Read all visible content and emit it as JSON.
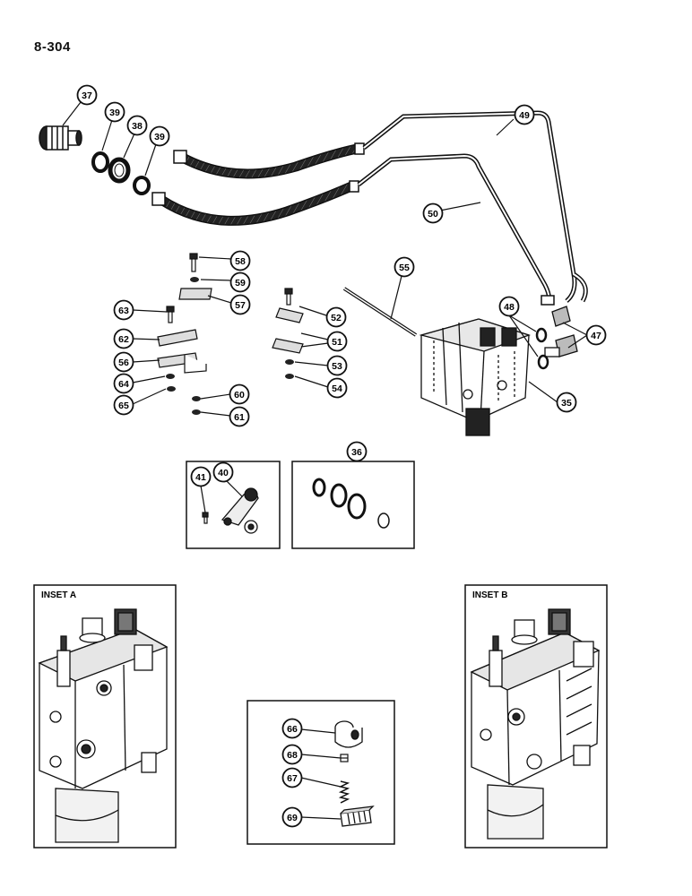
{
  "page_number": "8-304",
  "callouts": [
    {
      "id": "c37",
      "label": "37"
    },
    {
      "id": "c39a",
      "label": "39"
    },
    {
      "id": "c38",
      "label": "38"
    },
    {
      "id": "c39b",
      "label": "39"
    },
    {
      "id": "c49",
      "label": "49"
    },
    {
      "id": "c50",
      "label": "50"
    },
    {
      "id": "c58",
      "label": "58"
    },
    {
      "id": "c59",
      "label": "59"
    },
    {
      "id": "c57",
      "label": "57"
    },
    {
      "id": "c63",
      "label": "63"
    },
    {
      "id": "c62",
      "label": "62"
    },
    {
      "id": "c56",
      "label": "56"
    },
    {
      "id": "c64",
      "label": "64"
    },
    {
      "id": "c65",
      "label": "65"
    },
    {
      "id": "c60",
      "label": "60"
    },
    {
      "id": "c61",
      "label": "61"
    },
    {
      "id": "c55",
      "label": "55"
    },
    {
      "id": "c52",
      "label": "52"
    },
    {
      "id": "c51",
      "label": "51"
    },
    {
      "id": "c53",
      "label": "53"
    },
    {
      "id": "c54",
      "label": "54"
    },
    {
      "id": "c48",
      "label": "48"
    },
    {
      "id": "c47",
      "label": "47"
    },
    {
      "id": "c35",
      "label": "35"
    },
    {
      "id": "c36",
      "label": "36"
    },
    {
      "id": "c41",
      "label": "41"
    },
    {
      "id": "c40",
      "label": "40"
    },
    {
      "id": "c66",
      "label": "66"
    },
    {
      "id": "c68",
      "label": "68"
    },
    {
      "id": "c67",
      "label": "67"
    },
    {
      "id": "c69",
      "label": "69"
    }
  ],
  "insets": {
    "a_label": "INSET A",
    "b_label": "INSET B"
  }
}
